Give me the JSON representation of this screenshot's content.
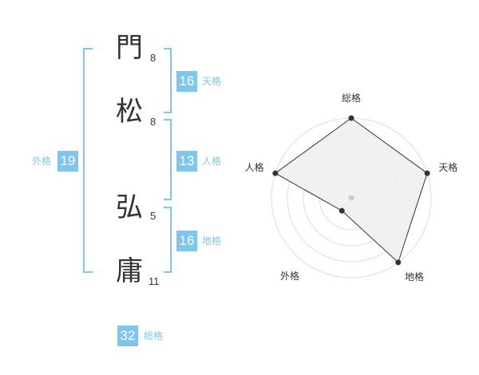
{
  "name": {
    "characters": [
      {
        "char": "門",
        "strokes": "8"
      },
      {
        "char": "松",
        "strokes": "8"
      },
      {
        "char": "弘",
        "strokes": "5"
      },
      {
        "char": "庸",
        "strokes": "11"
      }
    ]
  },
  "fortunes": {
    "tenkaku": {
      "value": "16",
      "label": "天格"
    },
    "jinkaku": {
      "value": "13",
      "label": "人格"
    },
    "chikaku": {
      "value": "16",
      "label": "地格"
    },
    "gaikaku": {
      "value": "19",
      "label": "外格"
    },
    "soukaku": {
      "value": "32",
      "label": "総格"
    }
  },
  "colors": {
    "accent": "#7fc6ee",
    "text": "#333333",
    "radar_fill": "#eeeeee",
    "radar_grid": "#dddddd"
  },
  "chart_data": {
    "type": "radar",
    "axes": [
      "総格",
      "天格",
      "地格",
      "外格",
      "人格"
    ],
    "levels": 5,
    "values": [
      5,
      5,
      5,
      1,
      5
    ],
    "range": [
      0,
      5
    ]
  }
}
